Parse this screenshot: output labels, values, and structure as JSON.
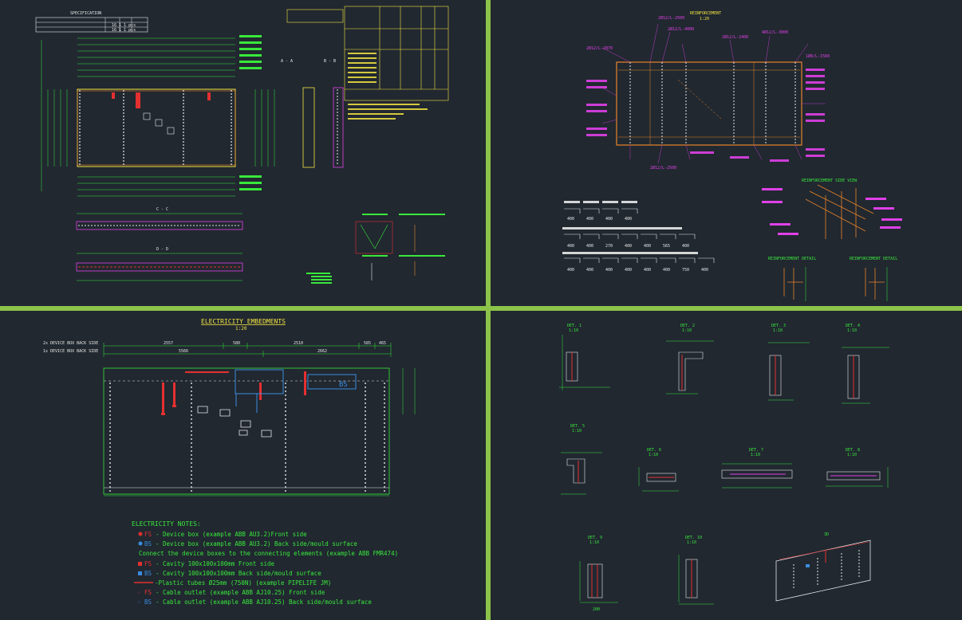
{
  "sheets": {
    "tl": {
      "specification_title": "SPECIFICATION",
      "spec_rows": [
        "16 1 1 pcs",
        "16 1 1 pcs"
      ],
      "labels": {
        "detail_a1": "A - A",
        "detail_b": "B - B",
        "section_c": "C - C",
        "section_d": "D - D"
      }
    },
    "tr": {
      "title": "REINFORCEMENT",
      "subtitle": "1:20",
      "bar_labels": [
        "2Ø12/L-2500",
        "2Ø12/L-4000",
        "2Ø12/L-2400",
        "4Ø12/L-3000",
        "2Ø12/L-2870",
        "1Ø8/L-1560",
        "2Ø12/L-2500"
      ],
      "sub_titles": {
        "mesh": "REINFORCEMENT SIDE VIEW",
        "detail_1": "REINFORCEMENT DETAIL",
        "detail_2": "REINFORCEMENT DETAIL"
      },
      "numbers_row1": [
        "400",
        "400",
        "400",
        "400"
      ],
      "numbers_row2": [
        "400",
        "400",
        "270",
        "400",
        "400",
        "565",
        "400"
      ],
      "numbers_row3": [
        "400",
        "400",
        "400",
        "400",
        "400",
        "400",
        "750",
        "400"
      ]
    },
    "bl": {
      "title": "ELECTRICITY EMBEDMENTS",
      "scale": "1:20",
      "legend_top": [
        "2x DEVICE BOX BACK SIDE",
        "1x DEVICE BOX BACK SIDE"
      ],
      "dims_top": [
        "2557",
        "580",
        "2510",
        "585",
        "465"
      ],
      "dims_top2": [
        "5566",
        "2662"
      ],
      "box_label": "BS",
      "notes_title": "ELECTRICITY NOTES:",
      "notes": [
        {
          "tag": "FS",
          "color": "red",
          "text": "- Device box (example ABB AU3.2)Front side"
        },
        {
          "tag": "BS",
          "color": "blue",
          "text": "- Device box (example ABB AU3.2) Back side/mould surface"
        },
        {
          "tag": "",
          "color": "green",
          "text": "Connect the device boxes to the connecting elements (example ABB FMR474)"
        },
        {
          "tag": "FS",
          "color": "red",
          "text": "- Cavity 100x100x100mm   Front side"
        },
        {
          "tag": "BS",
          "color": "blue",
          "text": "- Cavity 100x100x100mm   Back side/mould surface"
        },
        {
          "tag": "",
          "color": "red-line",
          "text": "-Plastic tubes Ø25mm   (750N)  (example PIPELIFE JM)"
        },
        {
          "tag": "FS",
          "color": "red",
          "text": "- Cable outlet (example ABB AJ10.25) Front side"
        },
        {
          "tag": "BS",
          "color": "blue",
          "text": "- Cable outlet (example ABB AJ10.25) Back side/mould surface"
        }
      ]
    },
    "br": {
      "details": [
        {
          "name": "DET. 1",
          "scale": "1:10"
        },
        {
          "name": "DET. 2",
          "scale": "1:10"
        },
        {
          "name": "DET. 3",
          "scale": "1:10"
        },
        {
          "name": "DET. 4",
          "scale": "1:10"
        },
        {
          "name": "DET. 5",
          "scale": "1:10"
        },
        {
          "name": "DET. 6",
          "scale": "1:10"
        },
        {
          "name": "DET. 7",
          "scale": "1:10"
        },
        {
          "name": "DET. 8",
          "scale": "1:10"
        },
        {
          "name": "DET. 9",
          "scale": "1:10"
        },
        {
          "name": "DET. 10",
          "scale": "1:10"
        },
        {
          "name": "3D",
          "scale": ""
        }
      ],
      "dim_200": "200"
    }
  },
  "colors": {
    "background": "#212830",
    "divider": "#8cc34a",
    "green": "#39e83c",
    "yellow": "#f4e542",
    "magenta": "#e040e8",
    "red": "#e53030",
    "blue": "#3a8de0",
    "white": "#e8e8e8",
    "orange": "#e8842a"
  }
}
